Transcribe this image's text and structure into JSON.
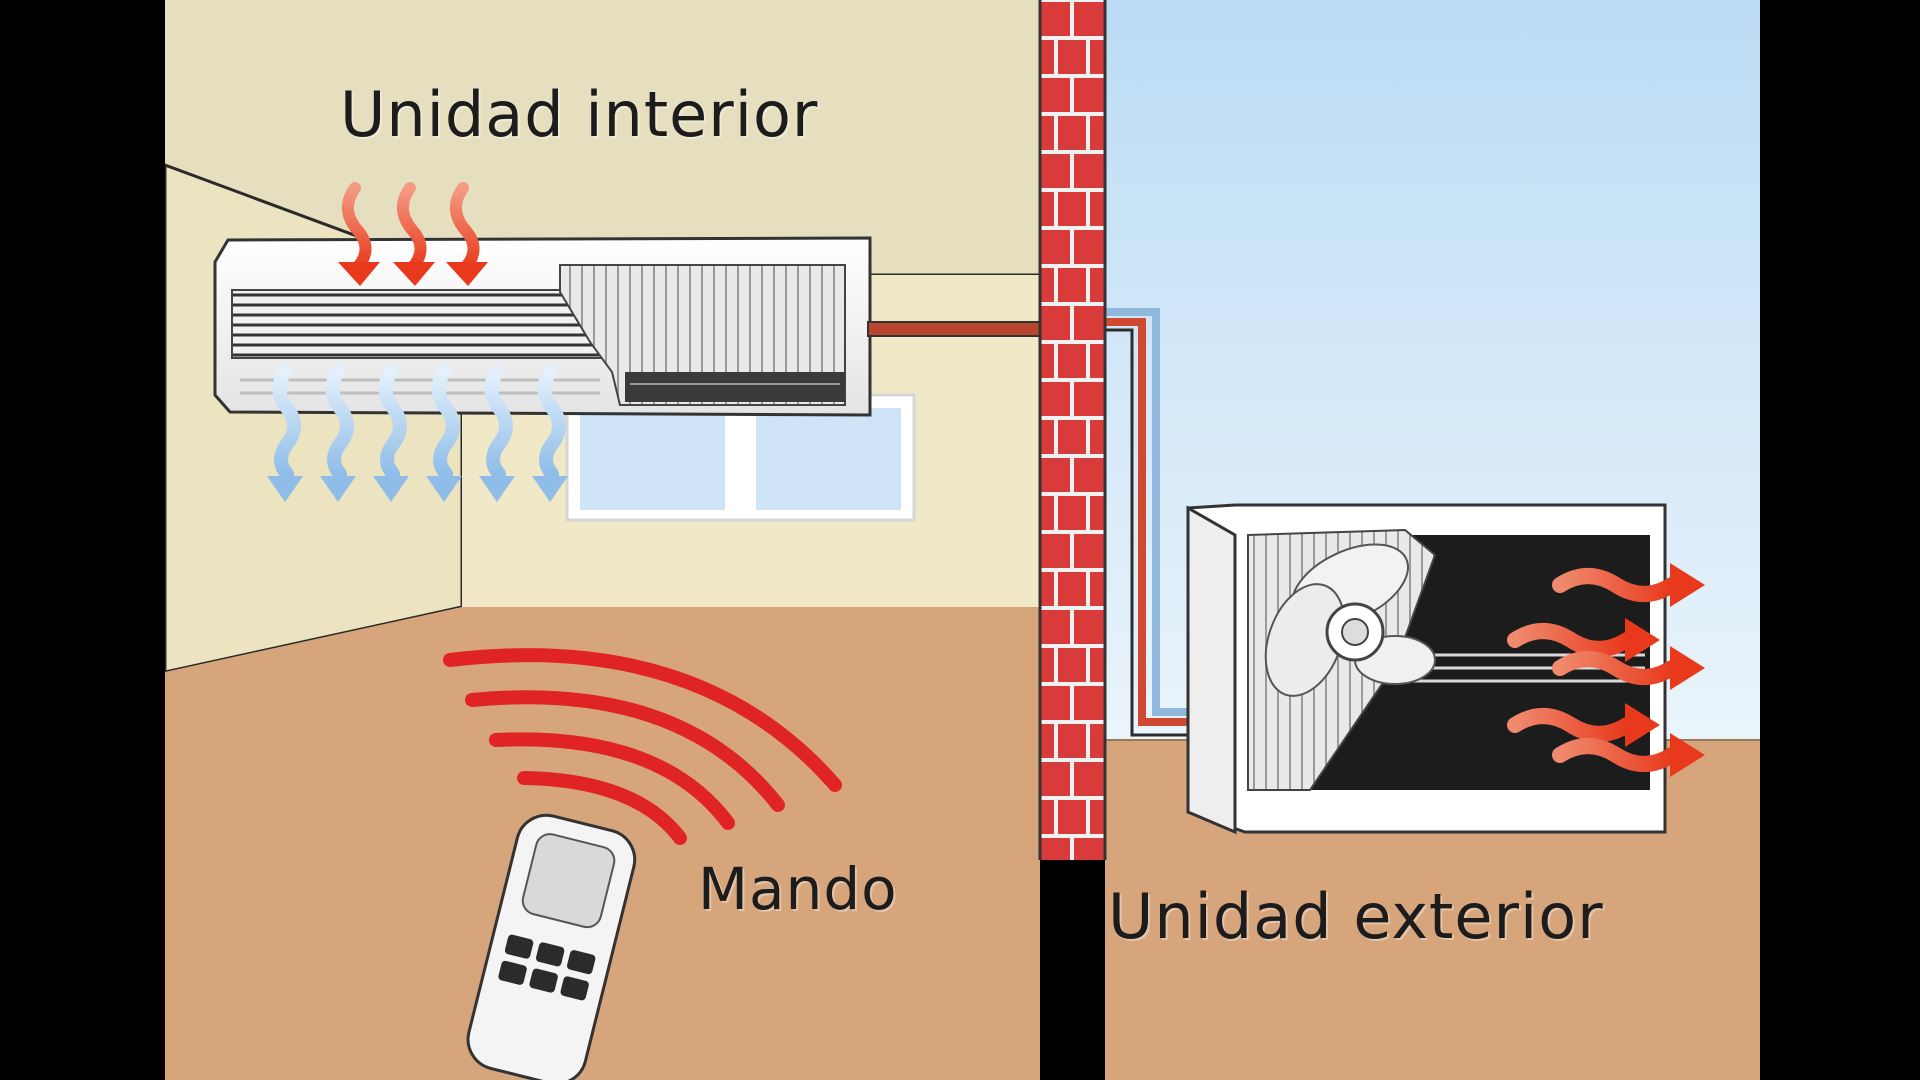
{
  "labels": {
    "indoor_unit": "Unidad interior",
    "remote": "Mando",
    "outdoor_unit": "Unidad exterior"
  },
  "colors": {
    "letterbox": "#000000",
    "indoor_wall": "#e6dfbf",
    "indoor_wall_left": "#ece3c0",
    "floor": "#d6a57c",
    "sky_top": "#bcdcf5",
    "sky_bottom": "#eaf4fb",
    "brick": "#d93a3a",
    "mortar": "#f2f2f2",
    "cold_air": "#9ec7ec",
    "hot_air": "#e8492b",
    "signal": "#e02424",
    "text": "#1c1c1c"
  },
  "icons": {
    "indoor_unit": "split-ac-indoor-unit",
    "outdoor_unit": "condenser-outdoor-unit",
    "remote": "remote-control",
    "fan": "fan-icon",
    "cold_air": "cold-air-arrow",
    "hot_air": "hot-air-arrow",
    "signal": "signal-waves"
  }
}
